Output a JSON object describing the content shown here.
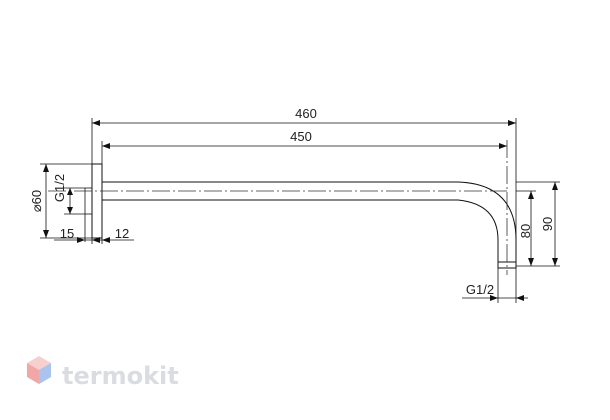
{
  "dimensions": {
    "total_length": "460",
    "arm_length": "450",
    "flange_diameter": "⌀60",
    "flange_thread": "G1/2",
    "flange_thickness": "15",
    "flange_offset": "12",
    "drop_height": "80",
    "total_height": "90",
    "outlet_thread": "G1/2"
  },
  "watermark": {
    "brand": "termokit",
    "logo_colors": [
      "#f2a7a7",
      "#a9c4ee",
      "#f6cfcf"
    ]
  }
}
